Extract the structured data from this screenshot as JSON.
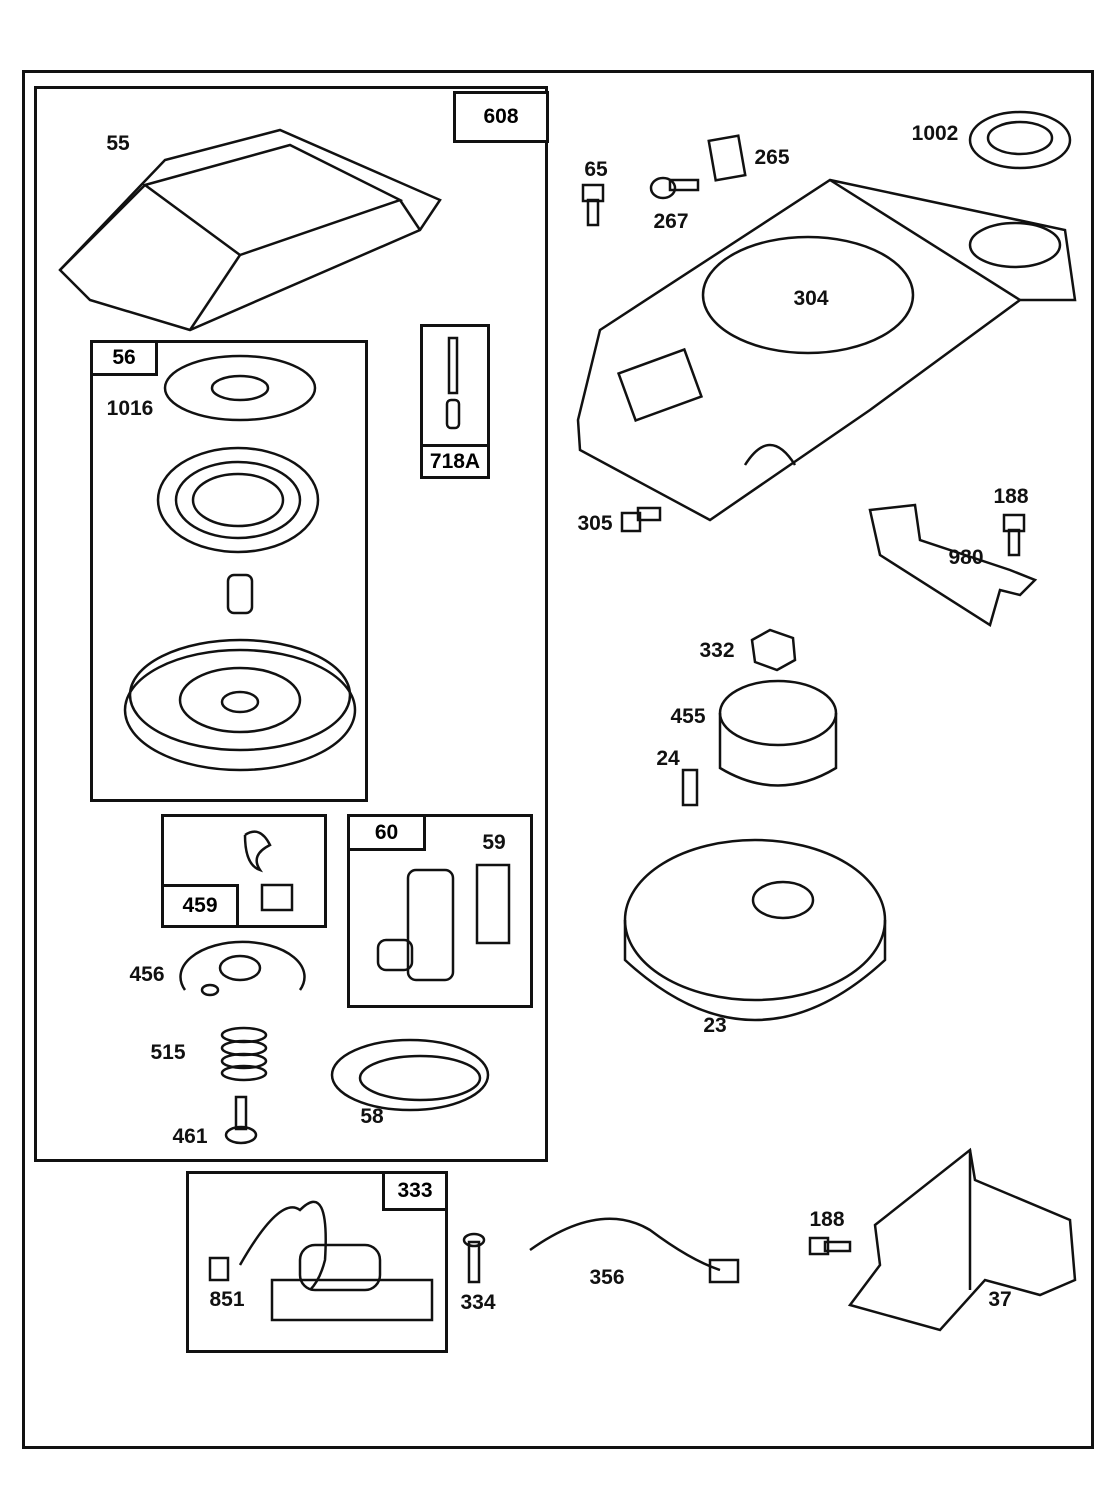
{
  "groups": {
    "g608": "608",
    "g56": "56",
    "g718A": "718A",
    "g459": "459",
    "g60": "60",
    "g333": "333"
  },
  "parts": {
    "p55": "55",
    "p1016": "1016",
    "p59": "59",
    "p456": "456",
    "p515": "515",
    "p461": "461",
    "p58": "58",
    "p851": "851",
    "p334": "334",
    "p356": "356",
    "p188b": "188",
    "p37": "37",
    "p65": "65",
    "p267": "267",
    "p265": "265",
    "p1002": "1002",
    "p304": "304",
    "p305": "305",
    "p188a": "188",
    "p980": "980",
    "p332": "332",
    "p455": "455",
    "p24": "24",
    "p23": "23"
  }
}
